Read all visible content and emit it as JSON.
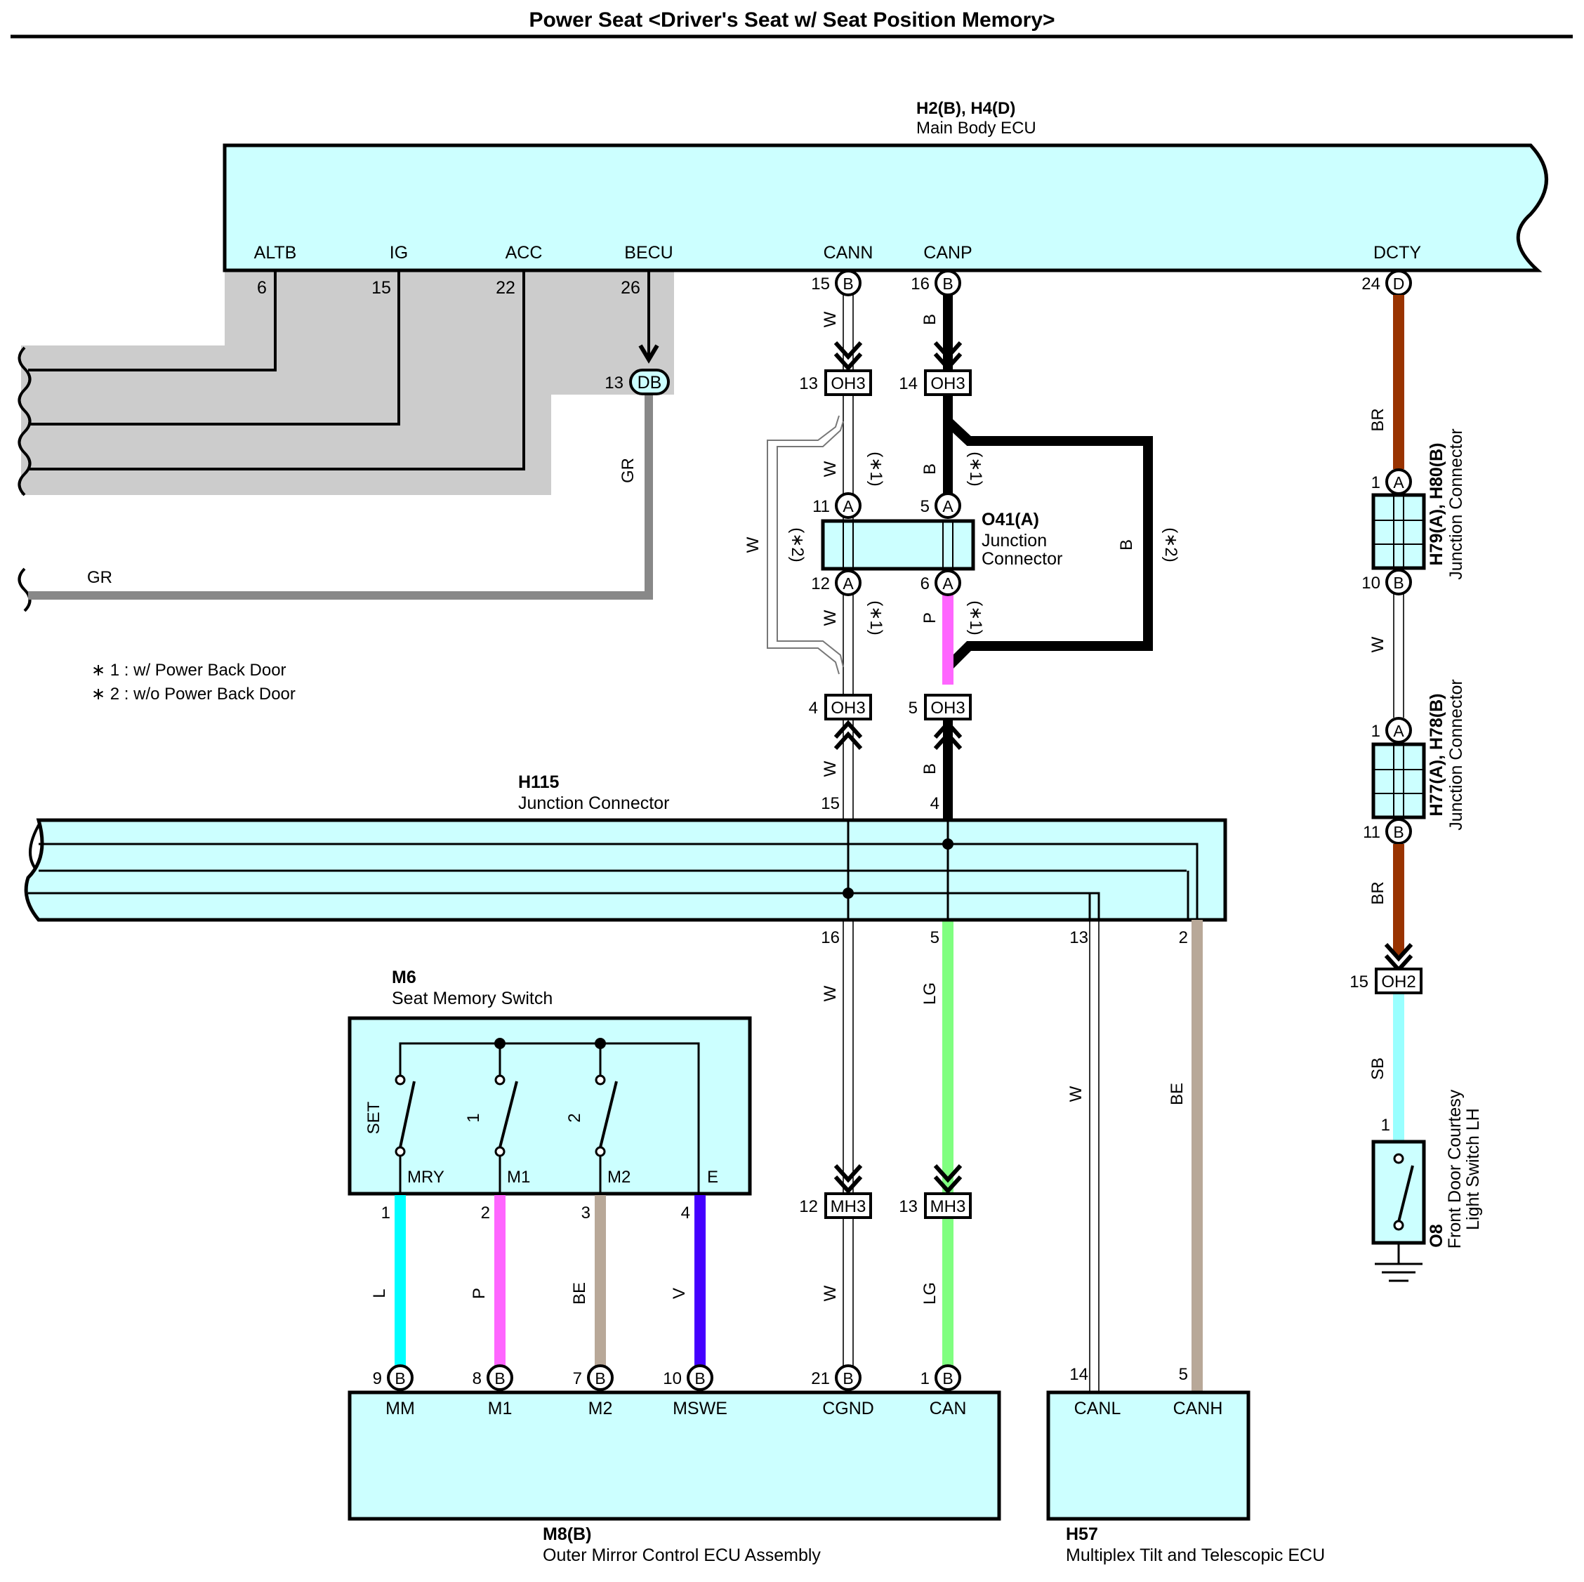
{
  "title": "Power Seat <Driver's Seat w/ Seat Position Memory>",
  "colors": {
    "component_fill": "#ccffff",
    "shaded_area": "#cccccc",
    "wire_black": "#000000",
    "wire_gray": "#888888",
    "wire_brown": "#993300",
    "wire_pink": "#ff66ff",
    "wire_light_green": "#80ff80",
    "wire_beige": "#b8a898",
    "wire_light_blue": "#00ffff",
    "wire_violet": "#4400ff",
    "wire_sky_blue": "#99ffff"
  },
  "components": {
    "main_body_ecu": {
      "codes": "H2(B), H4(D)",
      "name": "Main Body ECU",
      "terminals": [
        "ALTB",
        "IG",
        "ACC",
        "BECU",
        "CANN",
        "CANP",
        "DCTY"
      ],
      "pins": [
        "6",
        "15",
        "22",
        "26",
        "15",
        "16",
        "24"
      ],
      "letters": [
        "B",
        "B",
        "D"
      ]
    },
    "o41": {
      "code": "O41(A)",
      "name_line1": "Junction",
      "name_line2": "Connector",
      "pins": [
        "11",
        "5",
        "12",
        "6"
      ],
      "letters": [
        "A",
        "A",
        "A",
        "A"
      ]
    },
    "h115": {
      "code": "H115",
      "name": "Junction Connector",
      "pins_top": [
        "15",
        "4"
      ],
      "pins_bottom": [
        "16",
        "5",
        "13",
        "2"
      ]
    },
    "h79_h80": {
      "code": "H79(A), H80(B)",
      "name": "Junction Connector",
      "pins": [
        "1",
        "10"
      ],
      "letters": [
        "A",
        "B"
      ]
    },
    "h77_h78": {
      "code": "H77(A), H78(B)",
      "name": "Junction Connector",
      "pins": [
        "1",
        "11"
      ],
      "letters": [
        "A",
        "B"
      ]
    },
    "o8": {
      "code": "O8",
      "name_line1": "Front Door Courtesy",
      "name_line2": "Light Switch LH",
      "pin": "1"
    },
    "m6": {
      "code": "M6",
      "name": "Seat Memory Switch",
      "switch_labels": [
        "SET",
        "1",
        "2"
      ],
      "terminals": [
        "MRY",
        "M1",
        "M2",
        "E"
      ],
      "pins": [
        "1",
        "2",
        "3",
        "4"
      ]
    },
    "m8": {
      "code": "M8(B)",
      "name": "Outer Mirror Control ECU Assembly",
      "terminals": [
        "MM",
        "M1",
        "M2",
        "MSWE",
        "CGND",
        "CAN"
      ],
      "pins": [
        "9",
        "8",
        "7",
        "10",
        "21",
        "1"
      ],
      "letter": "B"
    },
    "h57": {
      "code": "H57",
      "name": "Multiplex Tilt and Telescopic ECU",
      "terminals": [
        "CANL",
        "CANH"
      ],
      "pins": [
        "14",
        "5"
      ]
    }
  },
  "connectors": {
    "db": {
      "code": "DB",
      "pin": "13"
    },
    "oh3": {
      "code": "OH3",
      "pins": [
        "13",
        "14",
        "4",
        "5"
      ]
    },
    "mh3": {
      "code": "MH3",
      "pins": [
        "12",
        "13"
      ]
    },
    "oh2": {
      "code": "OH2",
      "pin": "15"
    }
  },
  "wire_labels": {
    "gr": "GR",
    "w": "W",
    "b": "B",
    "br": "BR",
    "p": "P",
    "lg": "LG",
    "be": "BE",
    "l": "L",
    "v": "V",
    "sb": "SB"
  },
  "notes": {
    "mark1": "(∗1)",
    "mark2": "(∗2)",
    "note1": "∗ 1 : w/ Power Back Door",
    "note2": "∗ 2 : w/o Power Back Door"
  }
}
